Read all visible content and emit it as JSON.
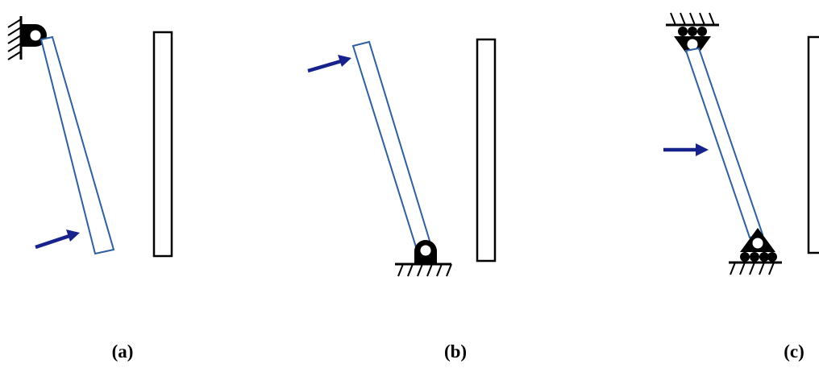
{
  "colors": {
    "bar_outline": "#2e5f9e",
    "arrow": "#17228c",
    "wall": "#000000",
    "support": "#000000"
  },
  "panels": [
    {
      "caption": "(a)",
      "support": "pin-top-left-wall",
      "force": "lower-end"
    },
    {
      "caption": "(b)",
      "support": "pin-bottom-ground",
      "force": "upper-end"
    },
    {
      "caption": "(c)",
      "support": "rollers-top-and-bottom",
      "force": "mid-span"
    }
  ]
}
